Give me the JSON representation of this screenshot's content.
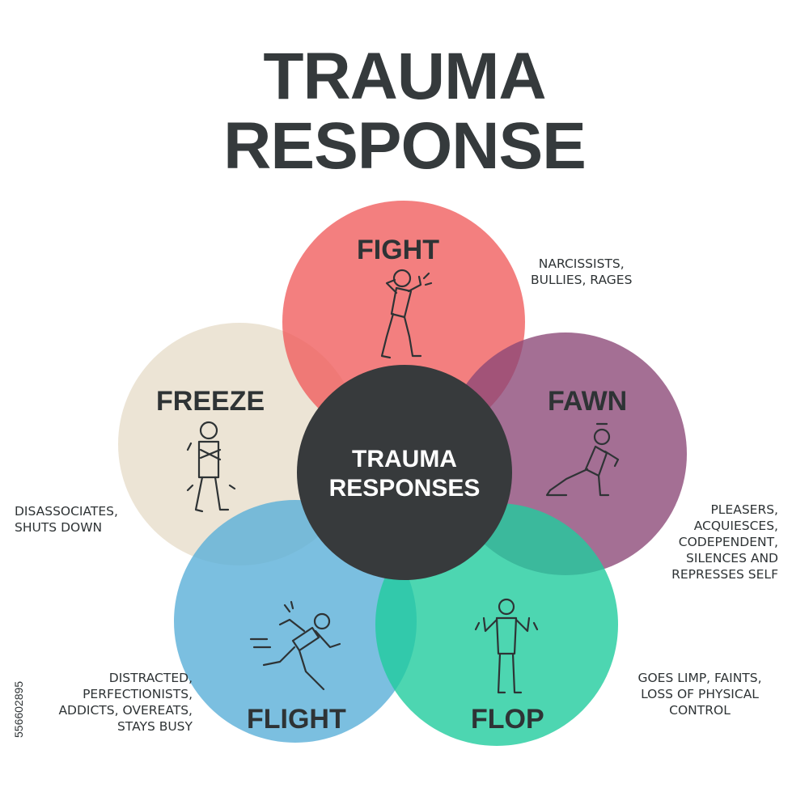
{
  "title": {
    "line1": "TRAUMA",
    "line2": "RESPONSE"
  },
  "center": {
    "line1": "TRAUMA",
    "line2": "RESPONSES",
    "color": "#373a3c"
  },
  "responses": [
    {
      "id": "fight",
      "label": "FIGHT",
      "color": "#f06a6a",
      "notes": [
        "NARCISSISTS,",
        "BULLIES, RAGES"
      ],
      "icon": "fighting-figure-icon"
    },
    {
      "id": "fawn",
      "label": "FAWN",
      "color": "#9a5a85",
      "notes": [
        "PLEASERS,",
        "ACQUIESCES,",
        "CODEPENDENT,",
        "SILENCES AND",
        "REPRESSES SELF"
      ],
      "icon": "kneeling-figure-icon"
    },
    {
      "id": "flop",
      "label": "FLOP",
      "color": "#3fd4ae",
      "notes": [
        "GOES LIMP, FAINTS,",
        "LOSS OF PHYSICAL",
        "CONTROL"
      ],
      "icon": "shrugging-figure-icon"
    },
    {
      "id": "flight",
      "label": "FLIGHT",
      "color": "#6bb8dc",
      "notes": [
        "DISTRACTED,",
        "PERFECTIONISTS,",
        "ADDICTS, OVEREATS,",
        "STAYS BUSY"
      ],
      "icon": "running-figure-icon"
    },
    {
      "id": "freeze",
      "label": "FREEZE",
      "color": "#e9dfce",
      "notes": [
        "DISASSOCIATES,",
        "SHUTS DOWN"
      ],
      "icon": "frozen-figure-icon"
    }
  ],
  "stock_id": "556602895"
}
